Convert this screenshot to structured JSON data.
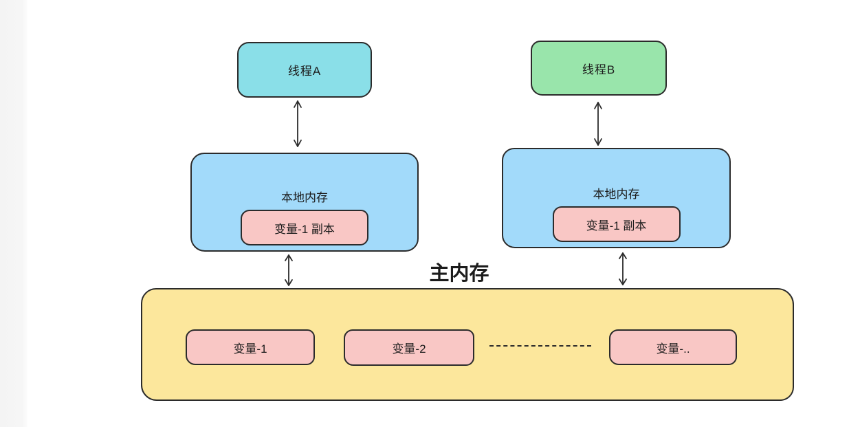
{
  "colors": {
    "background": "#ffffff",
    "left_strip": "#f5f5f5",
    "outline": "#2b2b2b",
    "thread_a_fill": "#8adfe8",
    "thread_b_fill": "#99e5ab",
    "local_memory_fill": "#a2dafa",
    "variable_fill": "#f9c7c5",
    "main_memory_fill": "#fce79c"
  },
  "diagram": {
    "thread_a": {
      "label": "线程A"
    },
    "thread_b": {
      "label": "线程B"
    },
    "local_memory_a": {
      "title": "本地内存",
      "variable_copy": "变量-1 副本"
    },
    "local_memory_b": {
      "title": "本地内存",
      "variable_copy": "变量-1 副本"
    },
    "main_memory": {
      "title": "主内存",
      "variables": [
        "变量-1",
        "变量-2",
        "变量-.."
      ]
    }
  }
}
